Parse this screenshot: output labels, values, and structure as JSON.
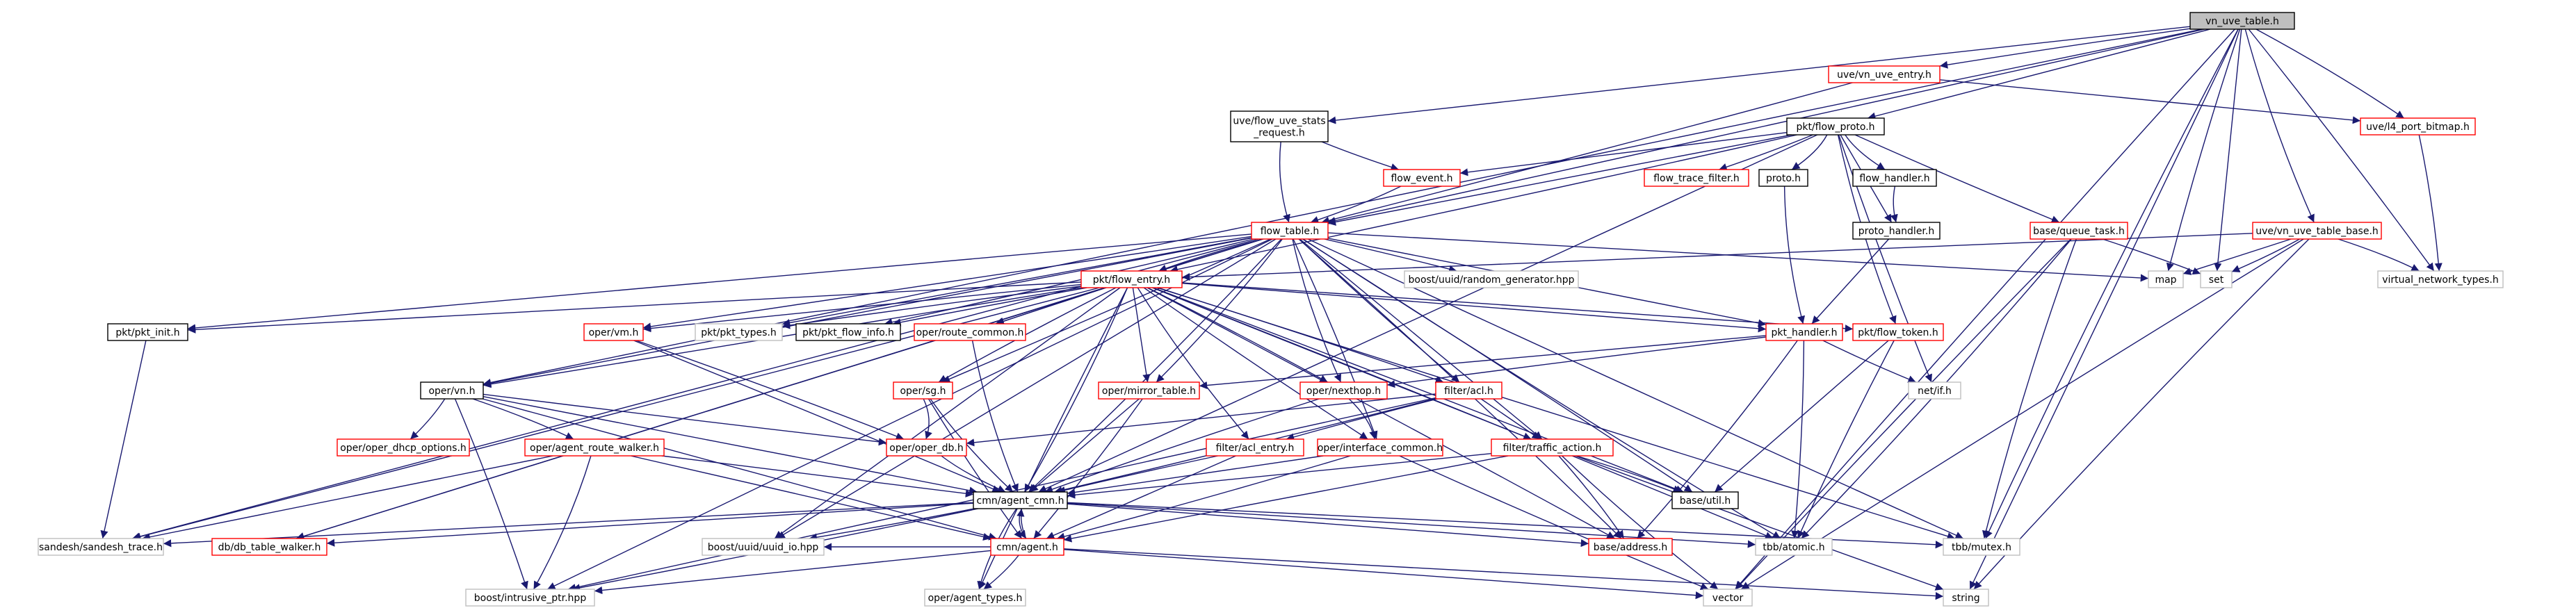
{
  "colors": {
    "edge": "#191970",
    "border_normal": "#000000",
    "border_link": "#ff0000",
    "border_external": "#bfbfbf",
    "root_fill": "#bfbfbf",
    "text": "#000000"
  },
  "nodes": {
    "vn_uve_table_h": {
      "label": "vn_uve_table.h",
      "kind": "root"
    },
    "uve_vn_uve_entry_h": {
      "label": "uve/vn_uve_entry.h",
      "kind": "link"
    },
    "uve_flow_uve_stats_request_h": {
      "label": "uve/flow_uve_stats\n_request.h",
      "kind": "normal"
    },
    "pkt_flow_proto_h": {
      "label": "pkt/flow_proto.h",
      "kind": "normal"
    },
    "uve_l4_port_bitmap_h": {
      "label": "uve/l4_port_bitmap.h",
      "kind": "link"
    },
    "flow_event_h": {
      "label": "flow_event.h",
      "kind": "link"
    },
    "flow_trace_filter_h": {
      "label": "flow_trace_filter.h",
      "kind": "link"
    },
    "proto_h": {
      "label": "proto.h",
      "kind": "normal"
    },
    "flow_handler_h": {
      "label": "flow_handler.h",
      "kind": "normal"
    },
    "base_queue_task_h": {
      "label": "base/queue_task.h",
      "kind": "link"
    },
    "uve_vn_uve_table_base_h": {
      "label": "uve/vn_uve_table_base.h",
      "kind": "link"
    },
    "proto_handler_h": {
      "label": "proto_handler.h",
      "kind": "normal"
    },
    "flow_table_h": {
      "label": "flow_table.h",
      "kind": "link"
    },
    "boost_uuid_random_generator_hpp": {
      "label": "boost/uuid/random_generator.hpp",
      "kind": "external"
    },
    "map": {
      "label": "map",
      "kind": "external"
    },
    "set": {
      "label": "set",
      "kind": "external"
    },
    "virtual_network_types_h": {
      "label": "virtual_network_types.h",
      "kind": "external"
    },
    "pkt_flow_entry_h": {
      "label": "pkt/flow_entry.h",
      "kind": "link"
    },
    "pkt_pkt_init_h": {
      "label": "pkt/pkt_init.h",
      "kind": "normal"
    },
    "oper_vm_h": {
      "label": "oper/vm.h",
      "kind": "link"
    },
    "pkt_pkt_types_h": {
      "label": "pkt/pkt_types.h",
      "kind": "external"
    },
    "pkt_pkt_flow_info_h": {
      "label": "pkt/pkt_flow_info.h",
      "kind": "normal"
    },
    "oper_route_common_h": {
      "label": "oper/route_common.h",
      "kind": "link"
    },
    "pkt_handler_h": {
      "label": "pkt_handler.h",
      "kind": "link"
    },
    "pkt_flow_token_h": {
      "label": "pkt/flow_token.h",
      "kind": "link"
    },
    "oper_vn_h": {
      "label": "oper/vn.h",
      "kind": "normal"
    },
    "oper_sg_h": {
      "label": "oper/sg.h",
      "kind": "link"
    },
    "oper_mirror_table_h": {
      "label": "oper/mirror_table.h",
      "kind": "link"
    },
    "oper_nexthop_h": {
      "label": "oper/nexthop.h",
      "kind": "link"
    },
    "filter_acl_h": {
      "label": "filter/acl.h",
      "kind": "link"
    },
    "net_if_h": {
      "label": "net/if.h",
      "kind": "external"
    },
    "oper_oper_dhcp_options_h": {
      "label": "oper/oper_dhcp_options.h",
      "kind": "link"
    },
    "oper_agent_route_walker_h": {
      "label": "oper/agent_route_walker.h",
      "kind": "link"
    },
    "oper_oper_db_h": {
      "label": "oper/oper_db.h",
      "kind": "link"
    },
    "filter_acl_entry_h": {
      "label": "filter/acl_entry.h",
      "kind": "link"
    },
    "oper_interface_common_h": {
      "label": "oper/interface_common.h",
      "kind": "link"
    },
    "filter_traffic_action_h": {
      "label": "filter/traffic_action.h",
      "kind": "link"
    },
    "base_util_h": {
      "label": "base/util.h",
      "kind": "normal"
    },
    "cmn_agent_cmn_h": {
      "label": "cmn/agent_cmn.h",
      "kind": "normal"
    },
    "sandesh_sandesh_trace_h": {
      "label": "sandesh/sandesh_trace.h",
      "kind": "external"
    },
    "db_db_table_walker_h": {
      "label": "db/db_table_walker.h",
      "kind": "link"
    },
    "boost_uuid_uuid_io_hpp": {
      "label": "boost/uuid/uuid_io.hpp",
      "kind": "external"
    },
    "cmn_agent_h": {
      "label": "cmn/agent.h",
      "kind": "link"
    },
    "base_address_h": {
      "label": "base/address.h",
      "kind": "link"
    },
    "tbb_atomic_h": {
      "label": "tbb/atomic.h",
      "kind": "external"
    },
    "tbb_mutex_h": {
      "label": "tbb/mutex.h",
      "kind": "external"
    },
    "boost_intrusive_ptr_hpp": {
      "label": "boost/intrusive_ptr.hpp",
      "kind": "external"
    },
    "oper_agent_types_h": {
      "label": "oper/agent_types.h",
      "kind": "external"
    },
    "vector": {
      "label": "vector",
      "kind": "external"
    },
    "string": {
      "label": "string",
      "kind": "external"
    }
  },
  "edges": [
    [
      "vn_uve_table_h",
      "uve_vn_uve_entry_h"
    ],
    [
      "vn_uve_table_h",
      "uve_flow_uve_stats_request_h"
    ],
    [
      "vn_uve_table_h",
      "pkt_flow_proto_h"
    ],
    [
      "vn_uve_table_h",
      "flow_table_h"
    ],
    [
      "vn_uve_table_h",
      "uve_l4_port_bitmap_h"
    ],
    [
      "vn_uve_table_h",
      "uve_vn_uve_table_base_h"
    ],
    [
      "vn_uve_table_h",
      "map"
    ],
    [
      "vn_uve_table_h",
      "set"
    ],
    [
      "vn_uve_table_h",
      "virtual_network_types_h"
    ],
    [
      "vn_uve_table_h",
      "oper_vn_h"
    ],
    [
      "vn_uve_table_h",
      "tbb_mutex_h"
    ],
    [
      "vn_uve_table_h",
      "vector"
    ],
    [
      "vn_uve_table_h",
      "string"
    ],
    [
      "uve_vn_uve_entry_h",
      "uve_l4_port_bitmap_h"
    ],
    [
      "uve_vn_uve_entry_h",
      "flow_table_h"
    ],
    [
      "uve_flow_uve_stats_request_h",
      "flow_table_h"
    ],
    [
      "uve_flow_uve_stats_request_h",
      "flow_event_h"
    ],
    [
      "pkt_flow_proto_h",
      "flow_event_h"
    ],
    [
      "pkt_flow_proto_h",
      "flow_trace_filter_h"
    ],
    [
      "pkt_flow_proto_h",
      "proto_h"
    ],
    [
      "pkt_flow_proto_h",
      "flow_handler_h"
    ],
    [
      "pkt_flow_proto_h",
      "base_queue_task_h"
    ],
    [
      "pkt_flow_proto_h",
      "proto_handler_h"
    ],
    [
      "pkt_flow_proto_h",
      "flow_table_h"
    ],
    [
      "pkt_flow_proto_h",
      "pkt_flow_entry_h"
    ],
    [
      "pkt_flow_proto_h",
      "pkt_flow_token_h"
    ],
    [
      "pkt_flow_proto_h",
      "net_if_h"
    ],
    [
      "pkt_flow_proto_h",
      "cmn_agent_cmn_h"
    ],
    [
      "uve_l4_port_bitmap_h",
      "virtual_network_types_h"
    ],
    [
      "flow_event_h",
      "flow_table_h"
    ],
    [
      "proto_h",
      "pkt_handler_h"
    ],
    [
      "flow_handler_h",
      "proto_handler_h"
    ],
    [
      "proto_handler_h",
      "pkt_handler_h"
    ],
    [
      "base_queue_task_h",
      "set"
    ],
    [
      "base_queue_task_h",
      "tbb_atomic_h"
    ],
    [
      "base_queue_task_h",
      "tbb_mutex_h"
    ],
    [
      "base_queue_task_h",
      "vector"
    ],
    [
      "uve_vn_uve_table_base_h",
      "map"
    ],
    [
      "uve_vn_uve_table_base_h",
      "set"
    ],
    [
      "uve_vn_uve_table_base_h",
      "virtual_network_types_h"
    ],
    [
      "uve_vn_uve_table_base_h",
      "string"
    ],
    [
      "uve_vn_uve_table_base_h",
      "vector"
    ],
    [
      "uve_vn_uve_table_base_h",
      "pkt_flow_entry_h"
    ],
    [
      "flow_table_h",
      "boost_uuid_random_generator_hpp"
    ],
    [
      "flow_table_h",
      "map"
    ],
    [
      "flow_table_h",
      "pkt_flow_entry_h"
    ],
    [
      "flow_table_h",
      "pkt_pkt_init_h"
    ],
    [
      "flow_table_h",
      "oper_vm_h"
    ],
    [
      "flow_table_h",
      "pkt_pkt_types_h"
    ],
    [
      "flow_table_h",
      "pkt_pkt_flow_info_h"
    ],
    [
      "flow_table_h",
      "oper_route_common_h"
    ],
    [
      "flow_table_h",
      "pkt_handler_h"
    ],
    [
      "flow_table_h",
      "oper_vn_h"
    ],
    [
      "flow_table_h",
      "oper_sg_h"
    ],
    [
      "flow_table_h",
      "oper_mirror_table_h"
    ],
    [
      "flow_table_h",
      "oper_nexthop_h"
    ],
    [
      "flow_table_h",
      "filter_acl_h"
    ],
    [
      "flow_table_h",
      "filter_traffic_action_h"
    ],
    [
      "flow_table_h",
      "oper_interface_common_h"
    ],
    [
      "flow_table_h",
      "cmn_agent_cmn_h"
    ],
    [
      "flow_table_h",
      "sandesh_sandesh_trace_h"
    ],
    [
      "flow_table_h",
      "db_db_table_walker_h"
    ],
    [
      "flow_table_h",
      "boost_uuid_uuid_io_hpp"
    ],
    [
      "flow_table_h",
      "base_util_h"
    ],
    [
      "flow_table_h",
      "base_address_h"
    ],
    [
      "flow_table_h",
      "tbb_atomic_h"
    ],
    [
      "flow_table_h",
      "tbb_mutex_h"
    ],
    [
      "flow_table_h",
      "boost_intrusive_ptr_hpp"
    ],
    [
      "pkt_flow_entry_h",
      "pkt_pkt_init_h"
    ],
    [
      "pkt_flow_entry_h",
      "oper_vm_h"
    ],
    [
      "pkt_flow_entry_h",
      "pkt_pkt_types_h"
    ],
    [
      "pkt_flow_entry_h",
      "pkt_pkt_flow_info_h"
    ],
    [
      "pkt_flow_entry_h",
      "oper_route_common_h"
    ],
    [
      "pkt_flow_entry_h",
      "pkt_handler_h"
    ],
    [
      "pkt_flow_entry_h",
      "pkt_flow_token_h"
    ],
    [
      "pkt_flow_entry_h",
      "oper_vn_h"
    ],
    [
      "pkt_flow_entry_h",
      "oper_sg_h"
    ],
    [
      "pkt_flow_entry_h",
      "oper_mirror_table_h"
    ],
    [
      "pkt_flow_entry_h",
      "oper_nexthop_h"
    ],
    [
      "pkt_flow_entry_h",
      "filter_acl_h"
    ],
    [
      "pkt_flow_entry_h",
      "filter_acl_entry_h"
    ],
    [
      "pkt_flow_entry_h",
      "oper_interface_common_h"
    ],
    [
      "pkt_flow_entry_h",
      "filter_traffic_action_h"
    ],
    [
      "pkt_flow_entry_h",
      "base_util_h"
    ],
    [
      "pkt_flow_entry_h",
      "cmn_agent_cmn_h"
    ],
    [
      "pkt_flow_entry_h",
      "sandesh_sandesh_trace_h"
    ],
    [
      "pkt_flow_entry_h",
      "db_db_table_walker_h"
    ],
    [
      "pkt_flow_entry_h",
      "boost_uuid_uuid_io_hpp"
    ],
    [
      "pkt_flow_entry_h",
      "base_address_h"
    ],
    [
      "pkt_flow_entry_h",
      "tbb_atomic_h"
    ],
    [
      "pkt_flow_entry_h",
      "tbb_mutex_h"
    ],
    [
      "pkt_flow_entry_h",
      "oper_agent_types_h"
    ],
    [
      "pkt_pkt_init_h",
      "sandesh_sandesh_trace_h"
    ],
    [
      "oper_vm_h",
      "cmn_agent_cmn_h"
    ],
    [
      "oper_vm_h",
      "oper_oper_db_h"
    ],
    [
      "oper_route_common_h",
      "cmn_agent_cmn_h"
    ],
    [
      "pkt_handler_h",
      "net_if_h"
    ],
    [
      "pkt_handler_h",
      "oper_mirror_table_h"
    ],
    [
      "pkt_handler_h",
      "tbb_atomic_h"
    ],
    [
      "pkt_handler_h",
      "base_address_h"
    ],
    [
      "pkt_handler_h",
      "oper_nexthop_h"
    ],
    [
      "pkt_flow_token_h",
      "tbb_atomic_h"
    ],
    [
      "pkt_flow_token_h",
      "base_util_h"
    ],
    [
      "oper_vn_h",
      "oper_oper_dhcp_options_h"
    ],
    [
      "oper_vn_h",
      "oper_agent_route_walker_h"
    ],
    [
      "oper_vn_h",
      "oper_oper_db_h"
    ],
    [
      "oper_vn_h",
      "cmn_agent_cmn_h"
    ],
    [
      "oper_vn_h",
      "cmn_agent_h"
    ],
    [
      "oper_vn_h",
      "boost_intrusive_ptr_hpp"
    ],
    [
      "oper_sg_h",
      "oper_oper_db_h"
    ],
    [
      "oper_sg_h",
      "cmn_agent_cmn_h"
    ],
    [
      "oper_sg_h",
      "cmn_agent_h"
    ],
    [
      "oper_mirror_table_h",
      "cmn_agent_cmn_h"
    ],
    [
      "oper_mirror_table_h",
      "cmn_agent_h"
    ],
    [
      "oper_nexthop_h",
      "oper_interface_common_h"
    ],
    [
      "oper_nexthop_h",
      "cmn_agent_cmn_h"
    ],
    [
      "filter_acl_h",
      "filter_acl_entry_h"
    ],
    [
      "filter_acl_h",
      "filter_traffic_action_h"
    ],
    [
      "filter_acl_h",
      "oper_oper_db_h"
    ],
    [
      "filter_acl_h",
      "cmn_agent_cmn_h"
    ],
    [
      "filter_acl_h",
      "boost_intrusive_ptr_hpp"
    ],
    [
      "oper_agent_route_walker_h",
      "cmn_agent_cmn_h"
    ],
    [
      "oper_agent_route_walker_h",
      "cmn_agent_h"
    ],
    [
      "oper_agent_route_walker_h",
      "sandesh_sandesh_trace_h"
    ],
    [
      "oper_agent_route_walker_h",
      "boost_intrusive_ptr_hpp"
    ],
    [
      "oper_oper_db_h",
      "cmn_agent_cmn_h"
    ],
    [
      "filter_acl_entry_h",
      "cmn_agent_cmn_h"
    ],
    [
      "filter_acl_entry_h",
      "cmn_agent_h"
    ],
    [
      "oper_interface_common_h",
      "cmn_agent_cmn_h"
    ],
    [
      "oper_interface_common_h",
      "cmn_agent_h"
    ],
    [
      "oper_interface_common_h",
      "vector"
    ],
    [
      "filter_traffic_action_h",
      "cmn_agent_cmn_h"
    ],
    [
      "filter_traffic_action_h",
      "cmn_agent_h"
    ],
    [
      "filter_traffic_action_h",
      "base_address_h"
    ],
    [
      "filter_traffic_action_h",
      "base_util_h"
    ],
    [
      "filter_traffic_action_h",
      "vector"
    ],
    [
      "filter_traffic_action_h",
      "string"
    ],
    [
      "cmn_agent_cmn_h",
      "sandesh_sandesh_trace_h"
    ],
    [
      "cmn_agent_cmn_h",
      "db_db_table_walker_h"
    ],
    [
      "cmn_agent_cmn_h",
      "boost_uuid_uuid_io_hpp"
    ],
    [
      "cmn_agent_cmn_h",
      "cmn_agent_h"
    ],
    [
      "cmn_agent_cmn_h",
      "base_address_h"
    ],
    [
      "cmn_agent_cmn_h",
      "tbb_atomic_h"
    ],
    [
      "cmn_agent_cmn_h",
      "tbb_mutex_h"
    ],
    [
      "cmn_agent_cmn_h",
      "boost_intrusive_ptr_hpp"
    ],
    [
      "cmn_agent_cmn_h",
      "oper_agent_types_h"
    ],
    [
      "cmn_agent_h",
      "cmn_agent_cmn_h"
    ],
    [
      "cmn_agent_h",
      "boost_intrusive_ptr_hpp"
    ],
    [
      "cmn_agent_h",
      "oper_agent_types_h"
    ],
    [
      "cmn_agent_h",
      "vector"
    ],
    [
      "cmn_agent_h",
      "string"
    ],
    [
      "cmn_agent_h",
      "boost_uuid_uuid_io_hpp"
    ]
  ]
}
